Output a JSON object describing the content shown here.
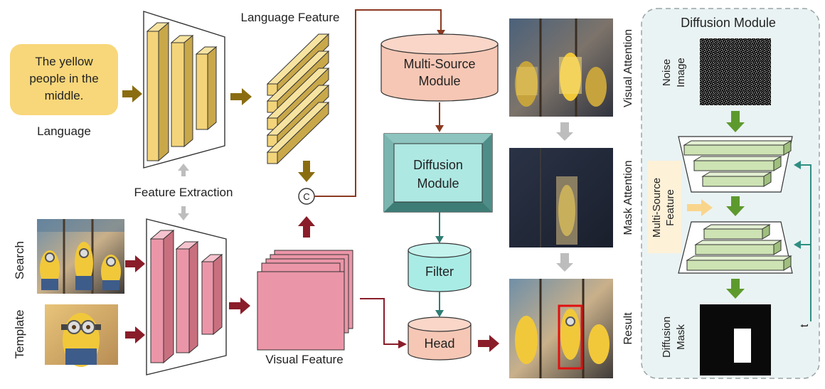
{
  "language": {
    "prompt_lines": [
      "The yellow",
      "people in the",
      "middle."
    ],
    "label": "Language"
  },
  "labels": {
    "feature_extraction": "Feature Extraction",
    "language_feature": "Language Feature",
    "visual_feature": "Visual Feature",
    "search": "Search",
    "template": "Template",
    "concat_symbol": "C"
  },
  "modules": {
    "multi_source_lines": [
      "Multi-Source",
      "Module"
    ],
    "diffusion_lines": [
      "Diffusion",
      "Module"
    ],
    "filter": "Filter",
    "head": "Head"
  },
  "outputs": {
    "visual_attention": "Visual Attention",
    "mask_attention": "Mask Attention",
    "result": "Result"
  },
  "diffusion_panel": {
    "title": "Diffusion Module",
    "noise_image_lines": [
      "Noise",
      "Image"
    ],
    "multi_source_feature_lines": [
      "Multi-Source",
      "Feature"
    ],
    "diffusion_mask_lines": [
      "Diffusion",
      "Mask"
    ],
    "timestep": "t"
  },
  "colors": {
    "language_yellow": "#f8d77a",
    "feature_yellow": "#f3d47a",
    "visual_pink": "#eb96a8",
    "module_salmon": "#f6c7b5",
    "diffusion_teal": "#aee8e2",
    "filter_cyan": "#a9ece6",
    "panel_bg": "#eaf3f3",
    "arrow_olive": "#8a6d10",
    "arrow_red": "#8a1d2a",
    "arrow_brown": "#8b3a22",
    "arrow_teal": "#2f7d74",
    "arrow_green": "#5d9a2e",
    "arrow_gray": "#bdbdbd",
    "unet_green": "#cde3b3",
    "result_box": "#e01010"
  }
}
